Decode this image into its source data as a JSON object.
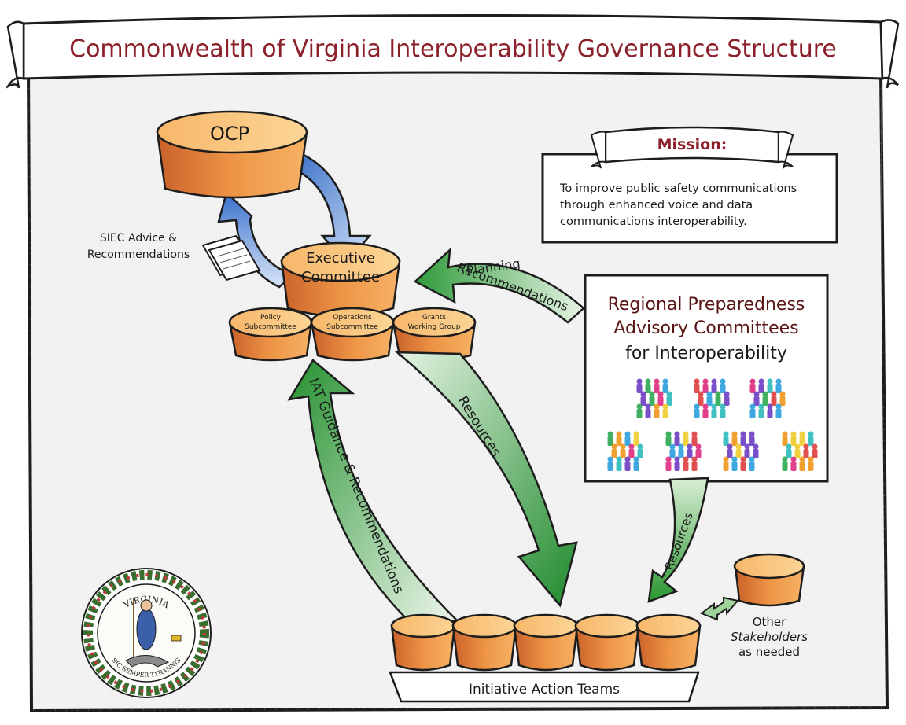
{
  "title": "Commonwealth of Virginia Interoperability Governance Structure",
  "mission": {
    "heading": "Mission:",
    "lines": [
      "To improve public safety communications",
      "through enhanced voice and data",
      "communications interoperability."
    ]
  },
  "ocp": {
    "label": "OCP"
  },
  "executive": {
    "line1": "Executive",
    "line2": "Committee"
  },
  "subcommittees": [
    {
      "line1": "Policy",
      "line2": "Subcommittee"
    },
    {
      "line1": "Operations",
      "line2": "Subcommittee"
    },
    {
      "line1": "Grants",
      "line2": "Working Group"
    }
  ],
  "siec": {
    "line1": "SIEC Advice &",
    "line2": "Recommendations"
  },
  "planning": {
    "line1": "Planning",
    "line2": "Recommendations"
  },
  "regional": {
    "line1": "Regional Preparedness",
    "line2": "Advisory Committees",
    "line3": "for Interoperability"
  },
  "resources_main": "Resources",
  "resources_right": "Resources",
  "iat_guidance": "IAT Guidance & Recommendations",
  "other": {
    "line1": "Other",
    "line2": "Stakeholders",
    "line3": "as needed"
  },
  "initiative": "Initiative Action Teams",
  "seal": {
    "top": "VIRGINIA",
    "bottom": "SIC SEMPER TYRANNIS"
  },
  "colors": {
    "title_red": "#8b1f2a",
    "drum_orange": "#e98a3c",
    "drum_top": "#f9c37a",
    "arrow_blue": "#4a7fd0",
    "arrow_green": "#2e9a3a",
    "board_bg": "#f2f2f2"
  }
}
